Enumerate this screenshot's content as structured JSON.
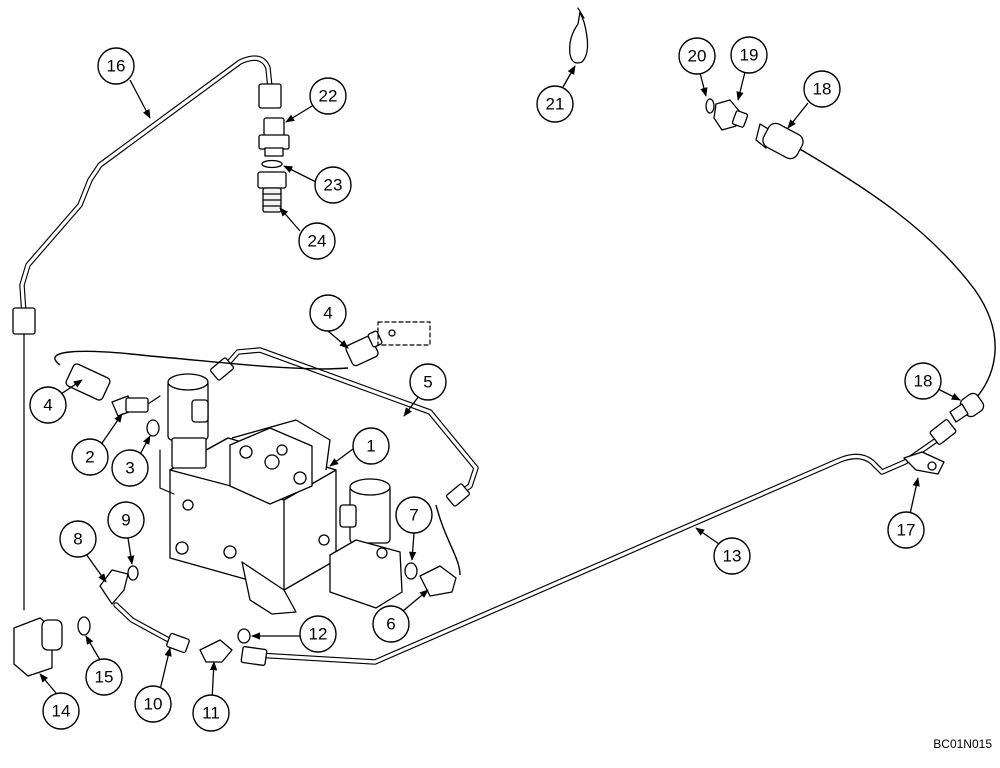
{
  "callouts": [
    "1",
    "2",
    "3",
    "4",
    "4",
    "5",
    "6",
    "7",
    "8",
    "9",
    "10",
    "11",
    "12",
    "13",
    "14",
    "15",
    "16",
    "17",
    "18",
    "18",
    "19",
    "20",
    "21",
    "22",
    "23",
    "24"
  ],
  "drawing_code": "BC01N015"
}
